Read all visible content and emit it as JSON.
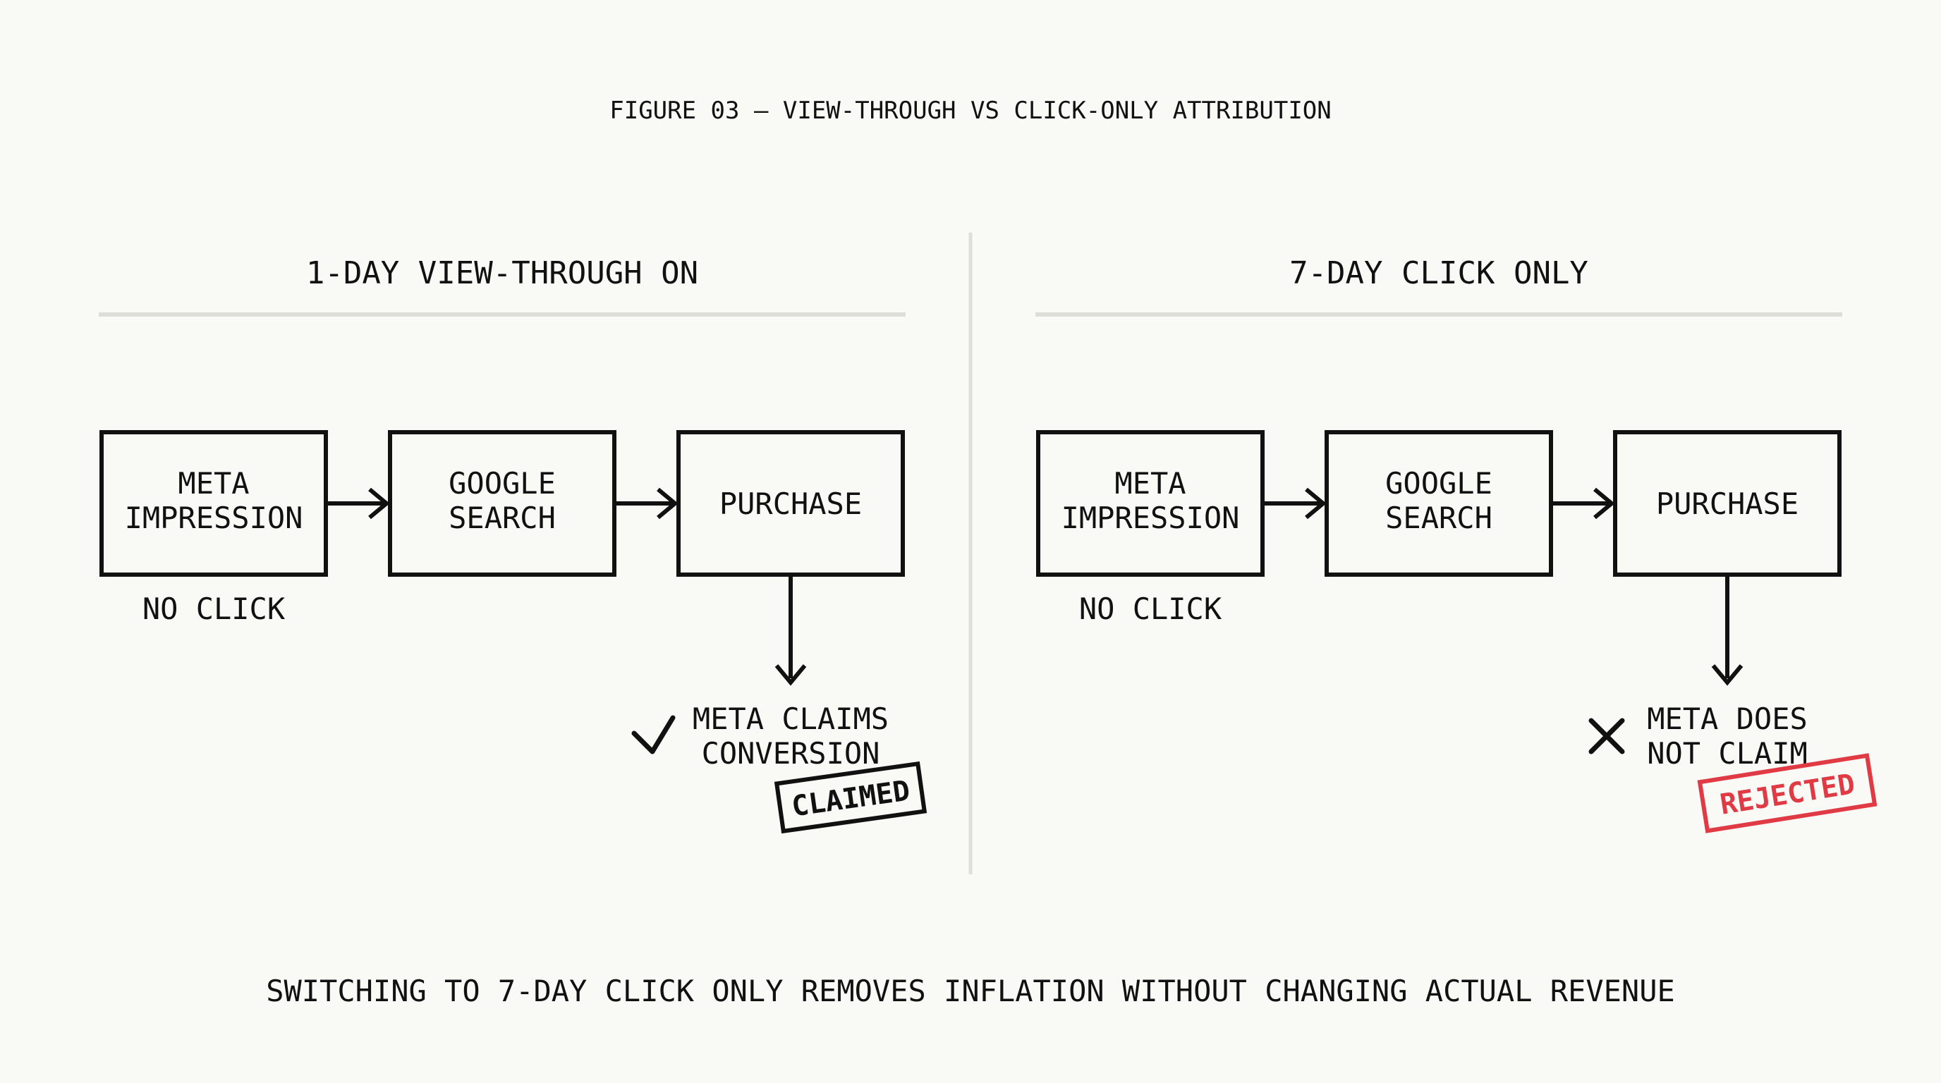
{
  "figure_title": "FIGURE 03 — VIEW-THROUGH VS CLICK-ONLY ATTRIBUTION",
  "colors": {
    "background": "#f9f9f6",
    "ink": "#111111",
    "rule": "#deded8",
    "rejected": "#e03a44"
  },
  "panels": [
    {
      "heading": "1-DAY VIEW-THROUGH ON",
      "steps": [
        {
          "lines": [
            "META",
            "IMPRESSION"
          ]
        },
        {
          "lines": [
            "GOOGLE",
            "SEARCH"
          ]
        },
        {
          "lines": [
            "PURCHASE"
          ]
        }
      ],
      "first_step_note": "NO CLICK",
      "outcome_icon": "check-icon",
      "outcome_lines": [
        "META CLAIMS",
        "CONVERSION"
      ],
      "stamp": "CLAIMED",
      "stamp_color": "#111111"
    },
    {
      "heading": "7-DAY CLICK ONLY",
      "steps": [
        {
          "lines": [
            "META",
            "IMPRESSION"
          ]
        },
        {
          "lines": [
            "GOOGLE",
            "SEARCH"
          ]
        },
        {
          "lines": [
            "PURCHASE"
          ]
        }
      ],
      "first_step_note": "NO CLICK",
      "outcome_icon": "cross-icon",
      "outcome_lines": [
        "META DOES",
        "NOT CLAIM"
      ],
      "stamp": "REJECTED",
      "stamp_color": "#e03a44"
    }
  ],
  "footer": "SWITCHING TO 7-DAY CLICK ONLY REMOVES INFLATION WITHOUT CHANGING ACTUAL REVENUE"
}
